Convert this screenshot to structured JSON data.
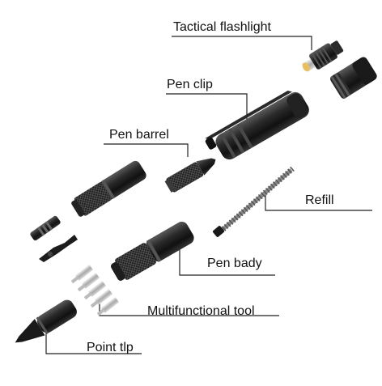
{
  "labels": {
    "tactical_flashlight": "Tactical flashlight",
    "pen_clip": "Pen clip",
    "pen_barrel": "Pen barrel",
    "refill": "Refill",
    "pen_body": "Pen bady",
    "multifunctional_tool": "Multifunctional tool",
    "point_tip": "Point tlp"
  },
  "colors": {
    "background": "#ffffff",
    "metal_dark": "#1c1c1c",
    "metal_mid": "#3a3a3a",
    "metal_light": "#8a8a8a",
    "leader_line": "#222222",
    "label_text": "#111111"
  }
}
